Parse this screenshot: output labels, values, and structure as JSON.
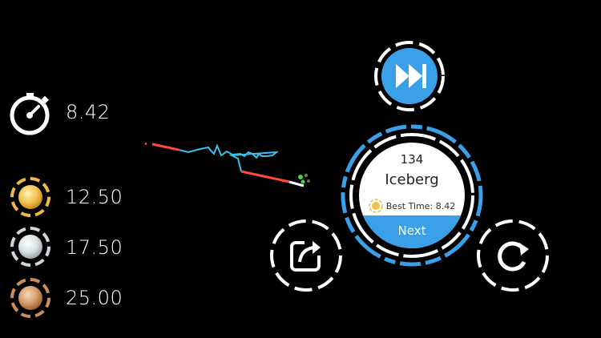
{
  "timer": {
    "icon": "stopwatch-icon",
    "value": "8.42"
  },
  "medals": [
    {
      "icon": "gold-medal-icon",
      "value": "12.50",
      "color": "#f0b84a"
    },
    {
      "icon": "silver-medal-icon",
      "value": "17.50",
      "color": "#cfd6d8"
    },
    {
      "icon": "bronze-medal-icon",
      "value": "25.00",
      "color": "#c98e5e"
    }
  ],
  "result_panel": {
    "level_number": "134",
    "level_name": "Iceberg",
    "best_time_label": "Best Time: 8.42",
    "next_label": "Next",
    "accent_color": "#3aa0e8"
  },
  "buttons": {
    "fast_forward_icon": "fast-forward-icon",
    "share_icon": "share-icon",
    "replay_icon": "replay-icon"
  }
}
